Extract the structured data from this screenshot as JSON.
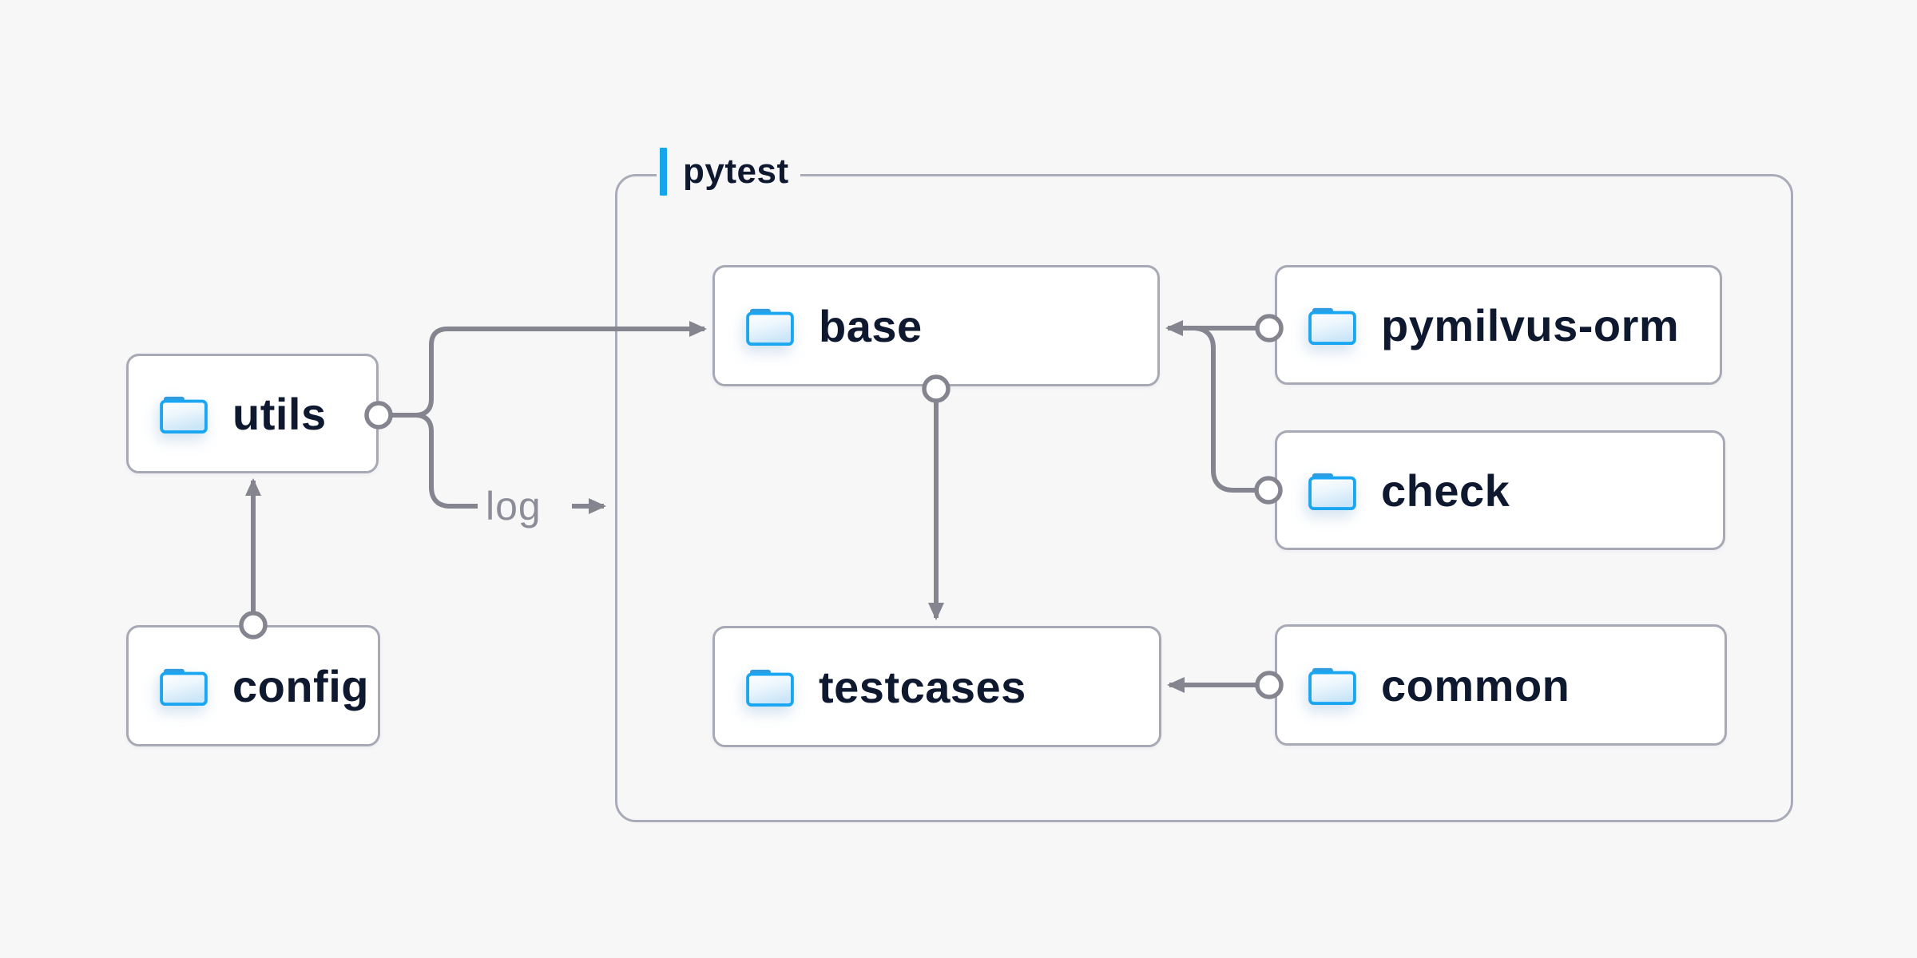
{
  "container": {
    "label": "pytest"
  },
  "nodes": {
    "utils": {
      "label": "utils"
    },
    "config": {
      "label": "config"
    },
    "base": {
      "label": "base"
    },
    "pymilvus-orm": {
      "label": "pymilvus-orm"
    },
    "check": {
      "label": "check"
    },
    "testcases": {
      "label": "testcases"
    },
    "common": {
      "label": "common"
    }
  },
  "edge_label_log": "log",
  "edges": [
    {
      "from": "config",
      "to": "utils"
    },
    {
      "from": "utils",
      "to": "base"
    },
    {
      "from": "utils",
      "to": "log",
      "label": "log"
    },
    {
      "from": "pymilvus-orm",
      "to": "base"
    },
    {
      "from": "check",
      "to": "base"
    },
    {
      "from": "base",
      "to": "testcases"
    },
    {
      "from": "common",
      "to": "testcases"
    }
  ],
  "colors": {
    "bg": "#f7f7f8",
    "node-bg": "#ffffff",
    "border": "#a7a9b5",
    "line": "#84858f",
    "text": "#0e1930",
    "muted": "#8c8d98",
    "accent": "#14a5ea",
    "folder-stroke": "#1ba6f2",
    "folder-tab": "#2f9ce0"
  }
}
